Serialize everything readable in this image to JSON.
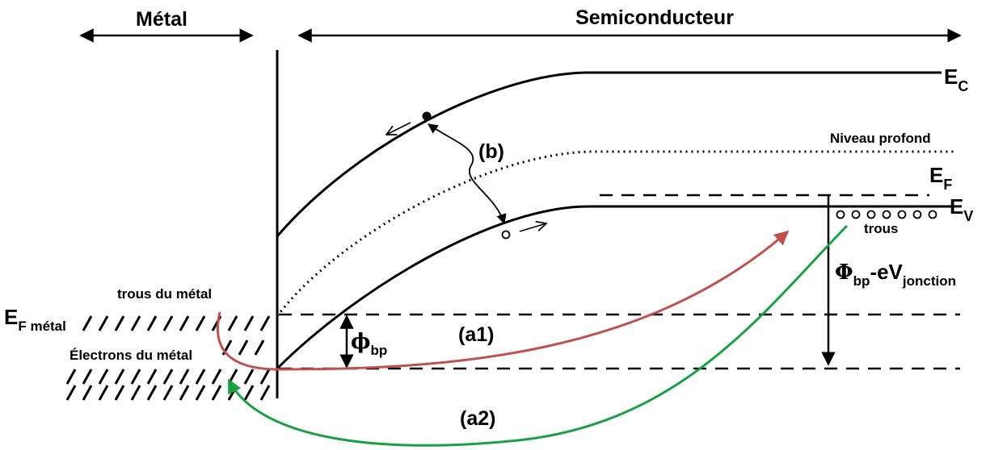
{
  "header": {
    "metal": "Métal",
    "semiconductor": "Semiconducteur"
  },
  "bands": {
    "ec_main": "E",
    "ec_sub": "C",
    "deep_level": "Niveau profond",
    "ef_main": "E",
    "ef_sub": "F",
    "ev_main": "E",
    "ev_sub": "V",
    "holes": "trous"
  },
  "metal_side": {
    "ef_metal_main": "E",
    "ef_metal_sub": "F métal",
    "metal_holes": "trous du métal",
    "metal_electrons": "Électrons du métal"
  },
  "barriers": {
    "phi_bp_main": "ϕ",
    "phi_bp_sub": "bp",
    "junction_main": "Φ",
    "junction_sub1": "bp",
    "junction_mid": "-eV",
    "junction_sub2": "jonction"
  },
  "paths": {
    "a1": "(a1)",
    "a2": "(a2)",
    "b": "(b)"
  },
  "colors": {
    "a1": "#c0504d",
    "a2": "#1a9f45",
    "ink": "#000000"
  }
}
